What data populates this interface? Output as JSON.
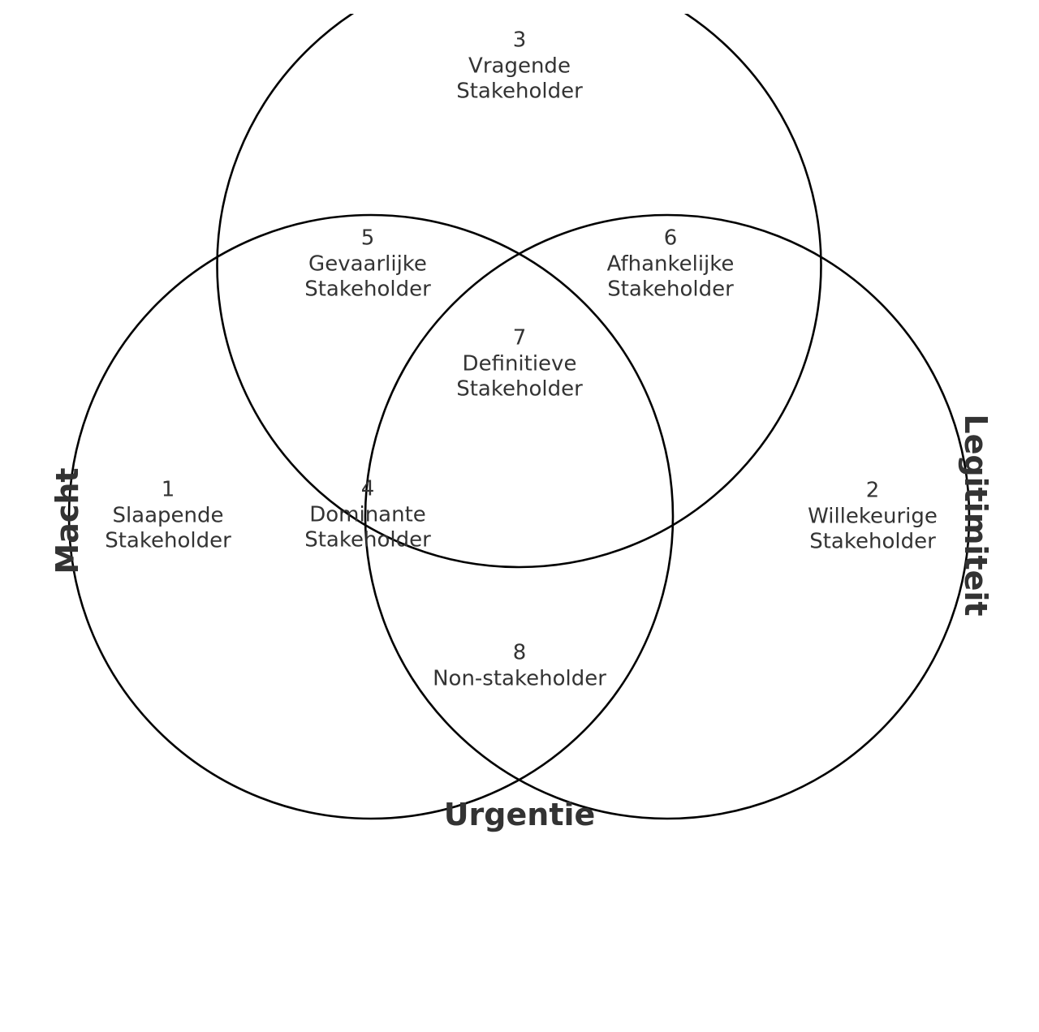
{
  "colors": {
    "line": "#000000",
    "text": "#333333"
  },
  "axes": {
    "left": "Macht",
    "right": "Legitimiteit",
    "bottom": "Urgentie"
  },
  "regions": [
    {
      "num": "1",
      "name": "Slaapende\nStakeholder"
    },
    {
      "num": "2",
      "name": "Willekeurige\nStakeholder"
    },
    {
      "num": "3",
      "name": "Vragende\nStakeholder"
    },
    {
      "num": "4",
      "name": "Dominante\nStakeholder"
    },
    {
      "num": "5",
      "name": "Gevaarlijke\nStakeholder"
    },
    {
      "num": "6",
      "name": "Afhankelijke\nStakeholder"
    },
    {
      "num": "7",
      "name": "Definitieve\nStakeholder"
    },
    {
      "num": "8",
      "name": "Non-stakeholder"
    }
  ]
}
